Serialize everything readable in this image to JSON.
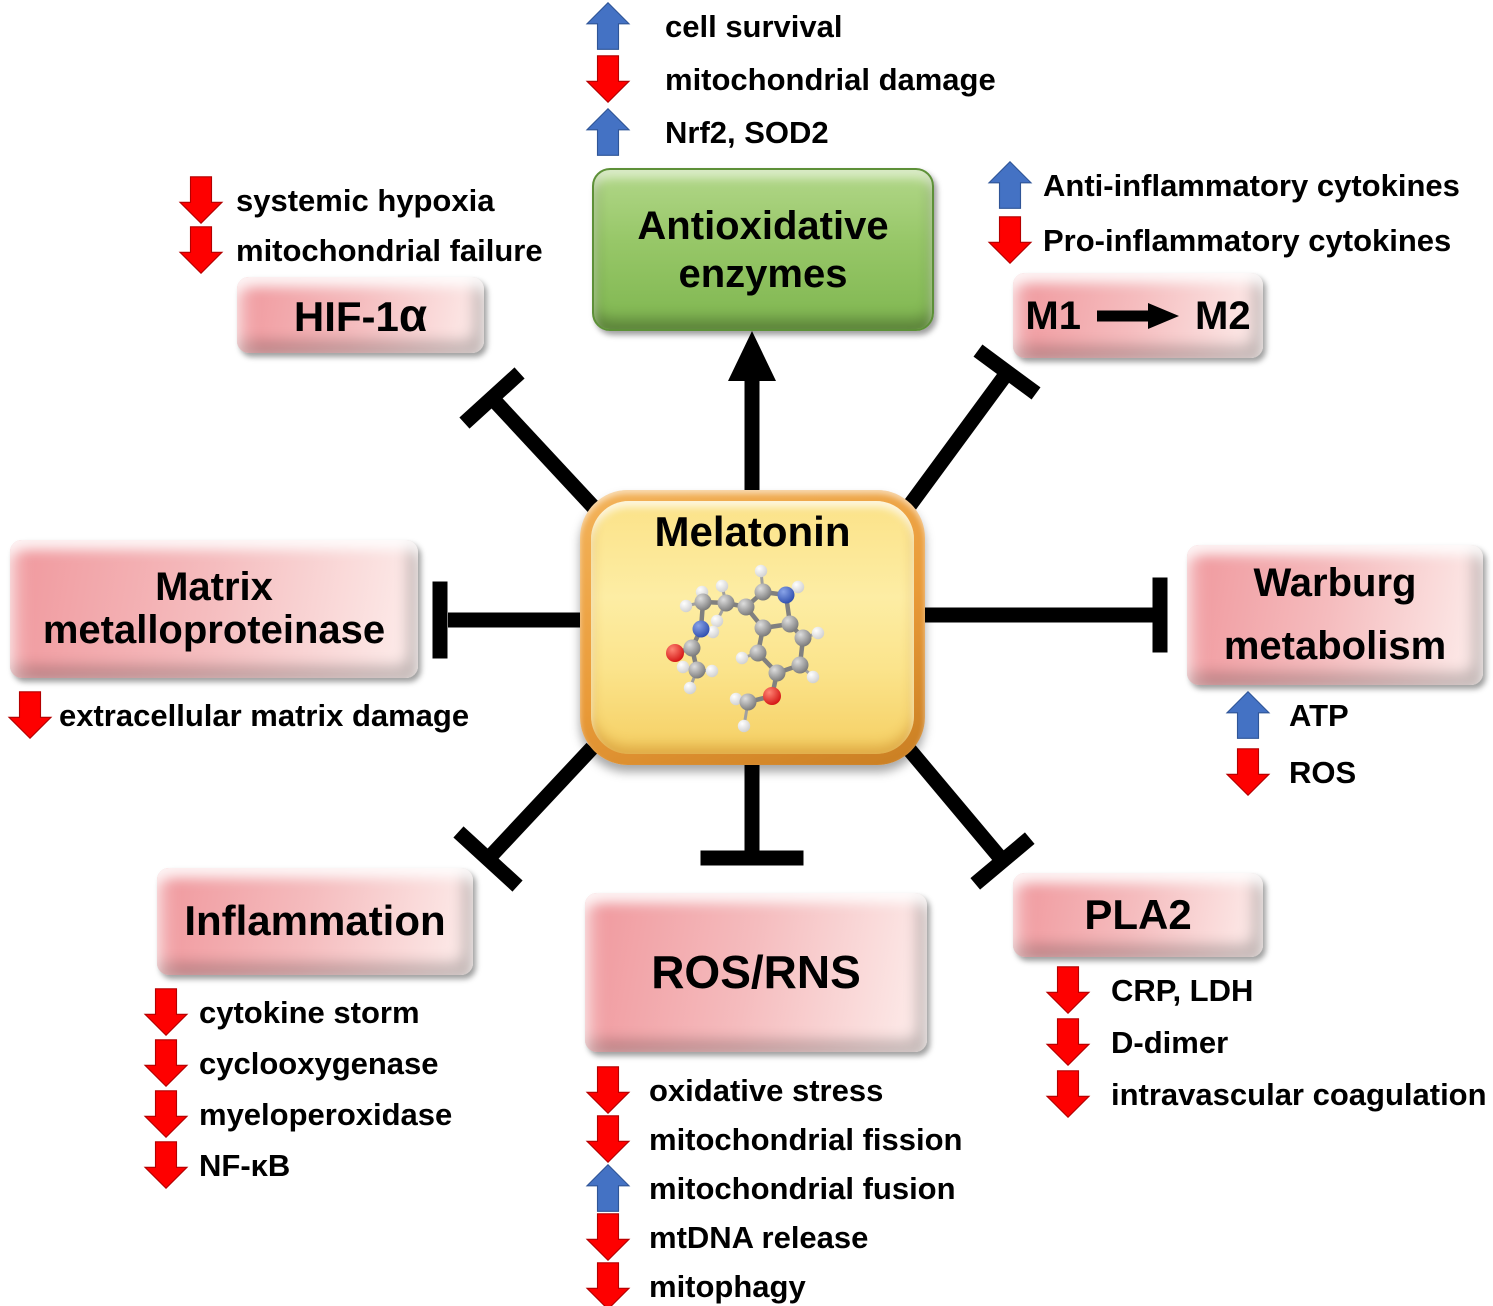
{
  "center": {
    "label": "Melatonin",
    "molecule_alt": "melatonin ball-and-stick molecular model"
  },
  "nodes": {
    "antioxidative": {
      "line1": "Antioxidative",
      "line2": "enzymes",
      "connector": "activation-arrow",
      "effects": [
        {
          "dir": "up",
          "text": "cell survival"
        },
        {
          "dir": "down",
          "text": "mitochondrial damage"
        },
        {
          "dir": "up",
          "text": "Nrf2, SOD2"
        }
      ]
    },
    "hif": {
      "label": "HIF-1",
      "label_suffix": "α",
      "connector": "inhibition-bar",
      "effects": [
        {
          "dir": "down",
          "text": "systemic hypoxia"
        },
        {
          "dir": "down",
          "text": "mitochondrial failure"
        }
      ]
    },
    "m1m2": {
      "from": "M1",
      "to": "M2",
      "connector": "inhibition-bar",
      "effects": [
        {
          "dir": "up",
          "text": "Anti-inflammatory cytokines"
        },
        {
          "dir": "down",
          "text": "Pro-inflammatory cytokines"
        }
      ]
    },
    "matrix": {
      "line1": "Matrix",
      "line2": "metalloproteinase",
      "connector": "inhibition-bar",
      "effects": [
        {
          "dir": "down",
          "text": "extracellular matrix damage"
        }
      ]
    },
    "warburg": {
      "line1": "Warburg",
      "line2": "metabolism",
      "connector": "inhibition-bar",
      "effects": [
        {
          "dir": "up",
          "text": "ATP"
        },
        {
          "dir": "down",
          "text": "ROS"
        }
      ]
    },
    "inflammation": {
      "label": "Inflammation",
      "connector": "inhibition-bar",
      "effects": [
        {
          "dir": "down",
          "text": "cytokine storm"
        },
        {
          "dir": "down",
          "text": "cyclooxygenase"
        },
        {
          "dir": "down",
          "text": "myeloperoxidase"
        },
        {
          "dir": "down",
          "text": "NF-κB"
        }
      ]
    },
    "rosrns": {
      "label": "ROS/RNS",
      "connector": "inhibition-bar",
      "effects": [
        {
          "dir": "down",
          "text": "oxidative stress"
        },
        {
          "dir": "down",
          "text": "mitochondrial fission"
        },
        {
          "dir": "up",
          "text": "mitochondrial fusion"
        },
        {
          "dir": "down",
          "text": "mtDNA release"
        },
        {
          "dir": "down",
          "text": "mitophagy"
        }
      ]
    },
    "pla2": {
      "label": "PLA2",
      "connector": "inhibition-bar",
      "effects": [
        {
          "dir": "down",
          "text": "CRP, LDH"
        },
        {
          "dir": "down",
          "text": "D-dimer"
        },
        {
          "dir": "down",
          "text": "intravascular coagulation"
        }
      ]
    }
  },
  "colors": {
    "up_arrow": "#4472C4",
    "down_arrow": "#FE0000",
    "connector": "#000000",
    "green_box": "#97C768",
    "pink_box": "#F2A0A4",
    "melatonin_box": "#FBE48C"
  }
}
